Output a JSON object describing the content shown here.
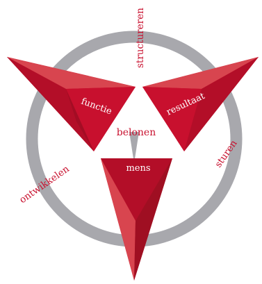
{
  "ring": {
    "color": "#a8a8ad",
    "label_color": "#c8102e",
    "labels": {
      "top": "structureren",
      "right": "sturen",
      "left": "ontwikkelen"
    }
  },
  "center": {
    "label": "belonen",
    "label_color": "#c8102e"
  },
  "triangles": {
    "base_color": "#c8102e",
    "light_color": "#d8454f",
    "dark_color": "#9f0f22",
    "labels": {
      "left": "functie",
      "right": "resultaat",
      "bottom": "mens"
    },
    "label_color": "#ffffff"
  }
}
